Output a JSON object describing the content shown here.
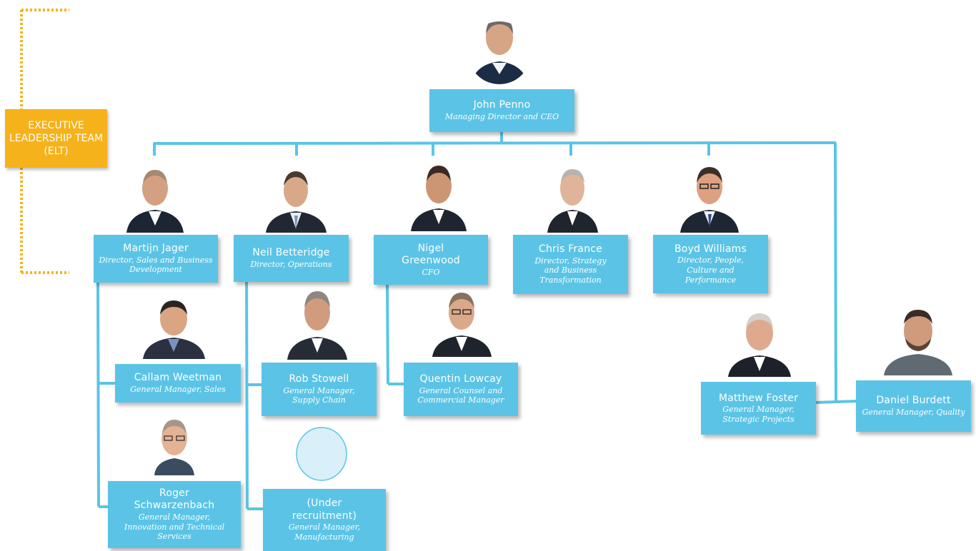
{
  "elt": {
    "label": "EXECUTIVE LEADERSHIP TEAM (ELT)",
    "color": "#f6b21b"
  },
  "colors": {
    "box": "#5bc4e6",
    "line": "#5bc4e6",
    "bracket": "#f6b21b"
  },
  "ceo": {
    "name": "John Penno",
    "title": "Managing Director and CEO"
  },
  "directors": [
    {
      "name": "Martijn Jager",
      "title": "Director, Sales and Business Development"
    },
    {
      "name": "Neil Betteridge",
      "title": "Director, Operations"
    },
    {
      "name": "Nigel Greenwood",
      "title": "CFO"
    },
    {
      "name": "Chris France",
      "title": "Director, Strategy and Business Transformation"
    },
    {
      "name": "Boyd Williams",
      "title": "Director, People, Culture and Performance"
    }
  ],
  "managers": [
    {
      "name": "Callam Weetman",
      "title": "General Manager, Sales"
    },
    {
      "name": "Roger Schwarzenbach",
      "title": "General Manager, Innovation and Technical Services"
    },
    {
      "name": "Rob Stowell",
      "title": "General Manager, Supply Chain"
    },
    {
      "name": "(Under recruitment)",
      "title": "General Manager, Manufacturing"
    },
    {
      "name": "Quentin Lowcay",
      "title": "General Counsel and Commercial Manager"
    },
    {
      "name": "Matthew Foster",
      "title": "General Manager, Strategic Projects"
    },
    {
      "name": "Daniel Burdett",
      "title": "General Manager, Quality"
    }
  ]
}
